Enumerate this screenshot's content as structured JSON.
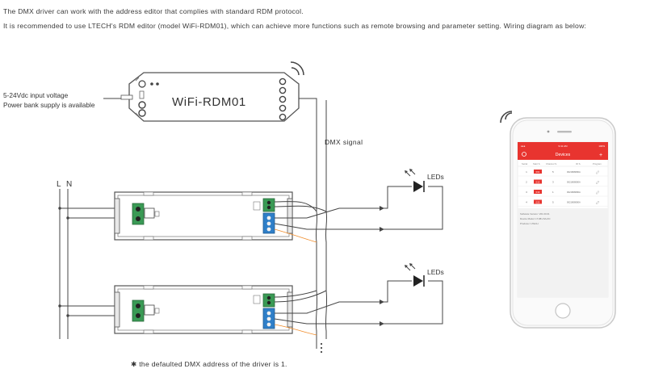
{
  "intro": {
    "line1": "The DMX driver can work with the address editor that complies with standard RDM protocol.",
    "line2": "It is recommended to use LTECH's RDM editor (model WiFi-RDM01), which can achieve more functions such as remote browsing and parameter setting. Wiring diagram as below:"
  },
  "device": {
    "model": "WiFi-RDM01"
  },
  "power": {
    "line1": "5-24Vdc input voltage",
    "line2": "Power bank supply is available"
  },
  "signal_label": "DMX signal",
  "mains_label": "L N",
  "leds_label": "LEDs",
  "footnote": "✱ the defaulted DMX address of the driver is 1.",
  "phone": {
    "title": "Devices",
    "status_time": "9:41 AM",
    "status_batt": "100%",
    "columns": [
      "Serial",
      "Start S.",
      "Channel S.",
      "ID S.",
      "Program"
    ],
    "rows": [
      {
        "serial": "1",
        "start": "001",
        "channel": "5",
        "id": "0021808080A"
      },
      {
        "serial": "2",
        "start": "013",
        "channel": "3",
        "id": "0021808080A"
      },
      {
        "serial": "3",
        "start": "019",
        "channel": "1",
        "id": "0021808080A"
      },
      {
        "serial": "4",
        "start": "025",
        "channel": "5",
        "id": "0021808080A"
      }
    ],
    "info": [
      "Software Version: V01.00.01",
      "Device Model: LT-981-5A-DC",
      "Producer: LTECH"
    ]
  },
  "colors": {
    "accent": "#e8342f",
    "line": "#444444",
    "terminal_green": "#3a9a55",
    "terminal_blue": "#2f7fc8"
  }
}
